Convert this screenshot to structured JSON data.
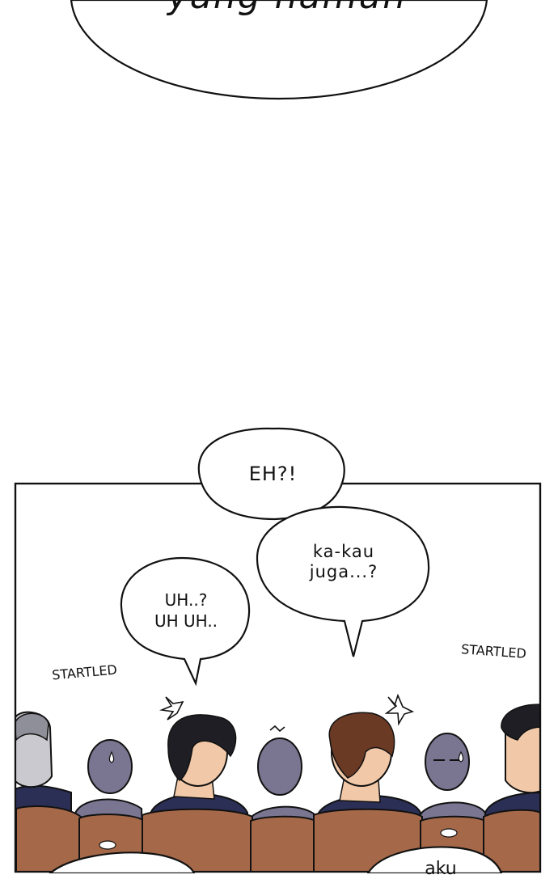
{
  "top_bubble": {
    "text": "yang namun"
  },
  "bubbles": {
    "eh": "EH?!",
    "kakau_line1": "ka-kau",
    "kakau_line2": "juga...?",
    "uh_line1": "UH..?",
    "uh_line2": "UH UH..",
    "bottom_right": "aku"
  },
  "sfx": {
    "startled_left": "STARTLED",
    "startled_right": "STARTLED"
  },
  "colors": {
    "suit": "#2c2f55",
    "seat": "#a5694a",
    "ghost": "#7a7691",
    "hair_dark": "#1e1e24",
    "hair_brown": "#6b3a24"
  }
}
